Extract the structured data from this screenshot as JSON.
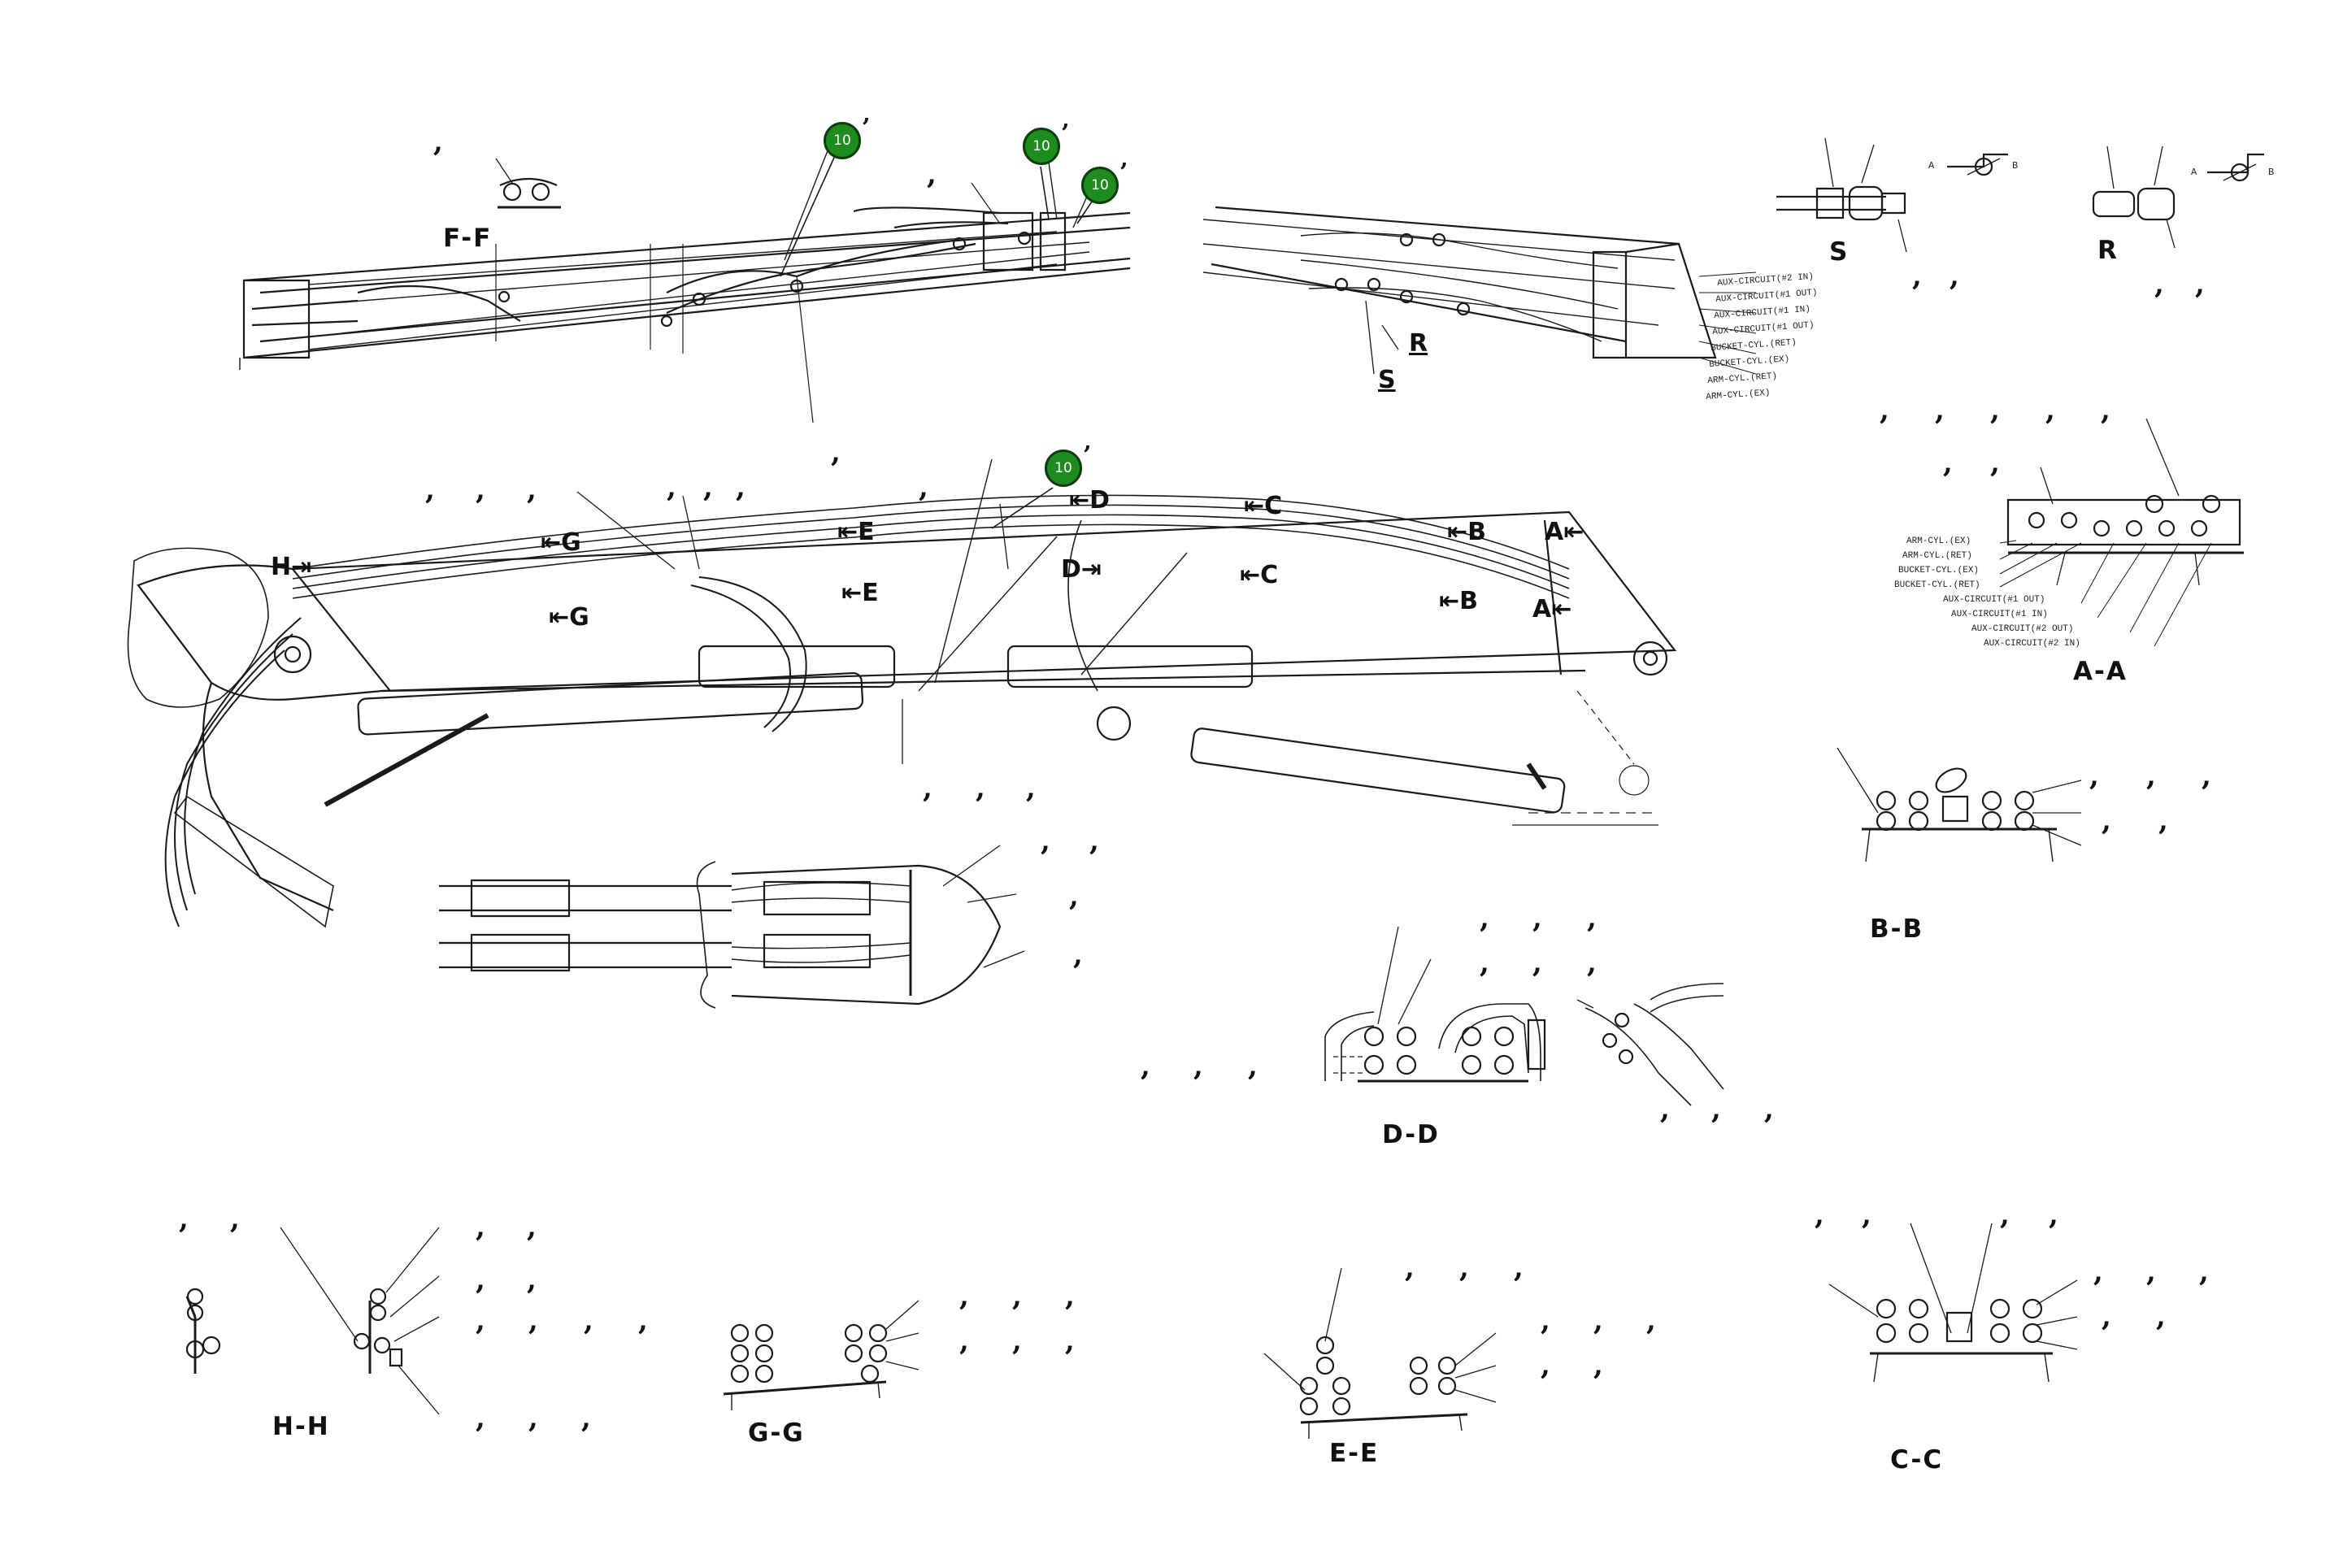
{
  "view_labels": {
    "ff": "F-F",
    "s": "S",
    "r": "R",
    "aa": "A-A",
    "bb": "B-B",
    "dd": "D-D",
    "hh": "H-H",
    "gg": "G-G",
    "ee": "E-E",
    "cc": "C-C"
  },
  "section_refs": {
    "s_detail": "S",
    "r_detail": "R",
    "h": "H",
    "g_top": "G",
    "g_bot": "G",
    "e_top": "E",
    "e_bot": "E",
    "d_top": "D",
    "d_mid": "D",
    "c_top": "C",
    "c_bot": "C",
    "b_top": "B",
    "b_bot": "B",
    "a_top": "A",
    "a_bot": "A"
  },
  "callout_number": "10",
  "callout_mark": "’",
  "tick_mark": ",",
  "valve_port_labels": {
    "a": "A",
    "b": "B"
  },
  "hose_labels_top": [
    "AUX-CIRCUIT(#2 IN)",
    "AUX-CIRCUIT(#1 OUT)",
    "AUX-CIRCUIT(#1 IN)",
    "AUX-CIRCUIT(#1 OUT)",
    "BUCKET-CYL.(RET)",
    "BUCKET-CYL.(EX)",
    "ARM-CYL.(RET)",
    "ARM-CYL.(EX)"
  ],
  "hose_labels_aa": [
    "ARM-CYL.(EX)",
    "ARM-CYL.(RET)",
    "BUCKET-CYL.(EX)",
    "BUCKET-CYL.(RET)",
    "AUX-CIRCUIT(#1 OUT)",
    "AUX-CIRCUIT(#1 IN)",
    "AUX-CIRCUIT(#2 OUT)",
    "AUX-CIRCUIT(#2 IN)"
  ]
}
